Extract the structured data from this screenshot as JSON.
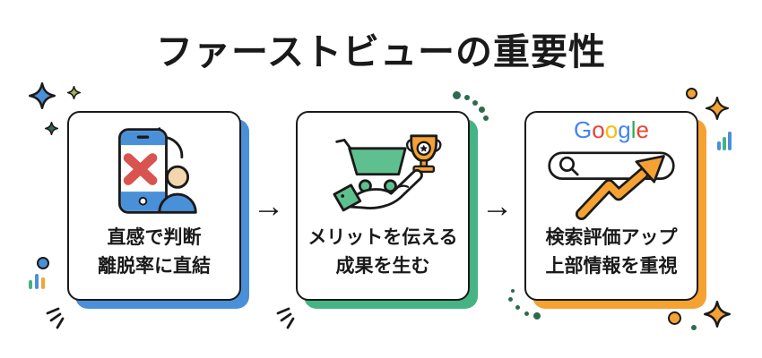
{
  "title": "ファーストビューの重要性",
  "arrow_glyph": "→",
  "cards": [
    {
      "name": "first-impression",
      "icon": "phone-exit-icon",
      "line1": "直感で判断",
      "line2": "離脱率に直結",
      "accent": "#4a90d8"
    },
    {
      "name": "convey-merit",
      "icon": "cart-trophy-icon",
      "line1": "メリットを伝える",
      "line2": "成果を生む",
      "accent": "#45b383"
    },
    {
      "name": "search-evaluation",
      "icon": "google-search-icon",
      "line1": "検索評価アップ",
      "line2": "上部情報を重視",
      "accent": "#f5a233"
    }
  ],
  "google_logo": {
    "letters": [
      {
        "ch": "G",
        "color": "#4285F4"
      },
      {
        "ch": "o",
        "color": "#EA4335"
      },
      {
        "ch": "o",
        "color": "#FBBC05"
      },
      {
        "ch": "g",
        "color": "#4285F4"
      },
      {
        "ch": "l",
        "color": "#34A853"
      },
      {
        "ch": "e",
        "color": "#EA4335"
      }
    ]
  },
  "palette": {
    "ink": "#1a1a1a",
    "blue": "#4a90d8",
    "green": "#45b383",
    "green_light": "#5ec08e",
    "dark_green": "#2e6b4f",
    "olive": "#a4b05a",
    "orange": "#f5a233",
    "peach": "#f3d6ae",
    "red": "#d9534f",
    "white": "#ffffff"
  },
  "icons": {
    "phone-exit-icon": "smartphone with red X and leaving user with return arrow",
    "cart-trophy-icon": "hand offering shopping cart and trophy",
    "google-search-icon": "Google search bar with rising orange arrow",
    "sparkle-icon": "four-point star",
    "bar-chart-icon": "three vertical bars",
    "dot-icon": "filled circle",
    "arrow-right-icon": "right arrow",
    "emphasis-lines-icon": "three radiating strokes"
  }
}
